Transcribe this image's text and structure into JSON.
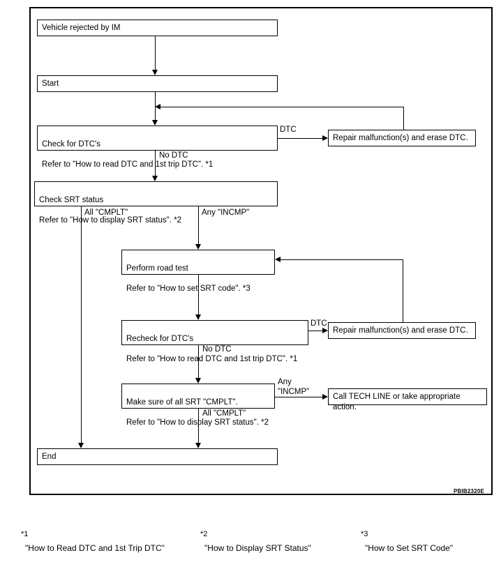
{
  "figure": {
    "id_code": "PBIB2320E",
    "type": "flowchart",
    "title": "SRT / DTC inspection work flow"
  },
  "nodes": {
    "vehicle_rejected": {
      "text": "Vehicle rejected by IM"
    },
    "start": {
      "text": "Start"
    },
    "check_dtc": {
      "line1": "Check for DTC's",
      "line2": "Refer to \"How to read DTC and 1st trip DTC\". *1"
    },
    "repair_top": {
      "text": "Repair malfunction(s) and erase DTC."
    },
    "check_srt": {
      "line1": "Check SRT status",
      "line2": "Refer to \"How to display SRT status\". *2"
    },
    "road_test": {
      "line1": "Perform road test",
      "line2": "Refer to \"How to set SRT code\". *3"
    },
    "recheck_dtc": {
      "line1": "Recheck for DTC's",
      "line2": "Refer to \"How to read DTC and 1st trip DTC\". *1"
    },
    "repair_bottom": {
      "text": "Repair malfunction(s) and erase DTC."
    },
    "make_sure_srt": {
      "line1": "Make sure of all SRT \"CMPLT\".",
      "line2": "Refer to \"How to display SRT status\". *2"
    },
    "tech_line": {
      "text": "Call TECH LINE or take appropriate action."
    },
    "end": {
      "text": "End"
    }
  },
  "edge_labels": {
    "dtc_top": "DTC",
    "no_dtc_top": "No DTC",
    "all_cmplt_left": "All \"CMPLT\"",
    "any_incmp_right": "Any \"INCMP\"",
    "dtc_bottom": "DTC",
    "no_dtc_bottom": "No DTC",
    "any_incmp_two_line": "Any\n\"INCMP\"",
    "all_cmplt_bottom": "All \"CMPLT\""
  },
  "footnotes": [
    {
      "mark": "*1",
      "text": "\"How to Read DTC and 1st Trip DTC\""
    },
    {
      "mark": "*2",
      "text": "\"How to Display SRT Status\""
    },
    {
      "mark": "*3",
      "text": "\"How to Set SRT Code\""
    }
  ],
  "colors": {
    "line": "#000000",
    "background": "#ffffff",
    "text": "#000000"
  }
}
